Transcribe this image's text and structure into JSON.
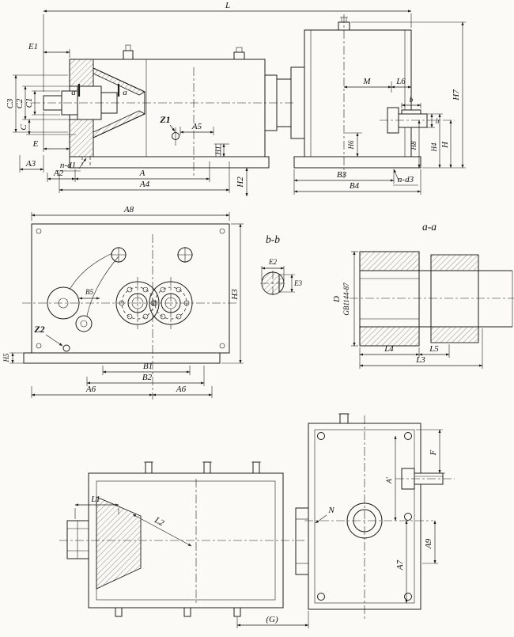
{
  "sheet": {
    "background": "#fbfaf6",
    "ink": "#1d1d1b"
  },
  "side_view": {
    "labels": {
      "L": "L",
      "H7": "H7",
      "E1": "E1",
      "C3": "C3",
      "C2": "C2",
      "C1": "C1",
      "C": "C",
      "E": "E",
      "A3": "A3",
      "A2": "A2",
      "A": "A",
      "A4": "A4",
      "n_d1": "n-d1",
      "section_a_left": "a",
      "section_a_right": "a",
      "Z1": "Z1",
      "A5": "A5",
      "H1": "H1",
      "H2": "H2",
      "B3": "B3",
      "B4": "B4",
      "n_d3": "n-d3",
      "M": "M",
      "L6": "L6",
      "H6": "H6",
      "b": "b",
      "h": "h",
      "H8": "H8",
      "H4": "H4",
      "H": "H"
    }
  },
  "plan_view": {
    "labels": {
      "A8": "A8",
      "B5": "B5",
      "Z2": "Z2",
      "H5": "H5",
      "B1": "B1",
      "B2": "B2",
      "A6_left": "A6",
      "A6_right": "A6",
      "H3": "H3"
    }
  },
  "section_bb": {
    "title": "b-b",
    "labels": {
      "E2": "E2",
      "E3": "E3"
    }
  },
  "section_aa": {
    "title": "a-a",
    "labels": {
      "D": "D",
      "standard": "GB1144-87",
      "L4": "L4",
      "L5": "L5",
      "L3": "L3"
    }
  },
  "rear_view": {
    "labels": {
      "L1": "L1",
      "L2": "L2",
      "N": "N",
      "F": "F",
      "A9": "A9",
      "A7": "A7",
      "A_prime": "A′",
      "G": "(G)"
    }
  }
}
